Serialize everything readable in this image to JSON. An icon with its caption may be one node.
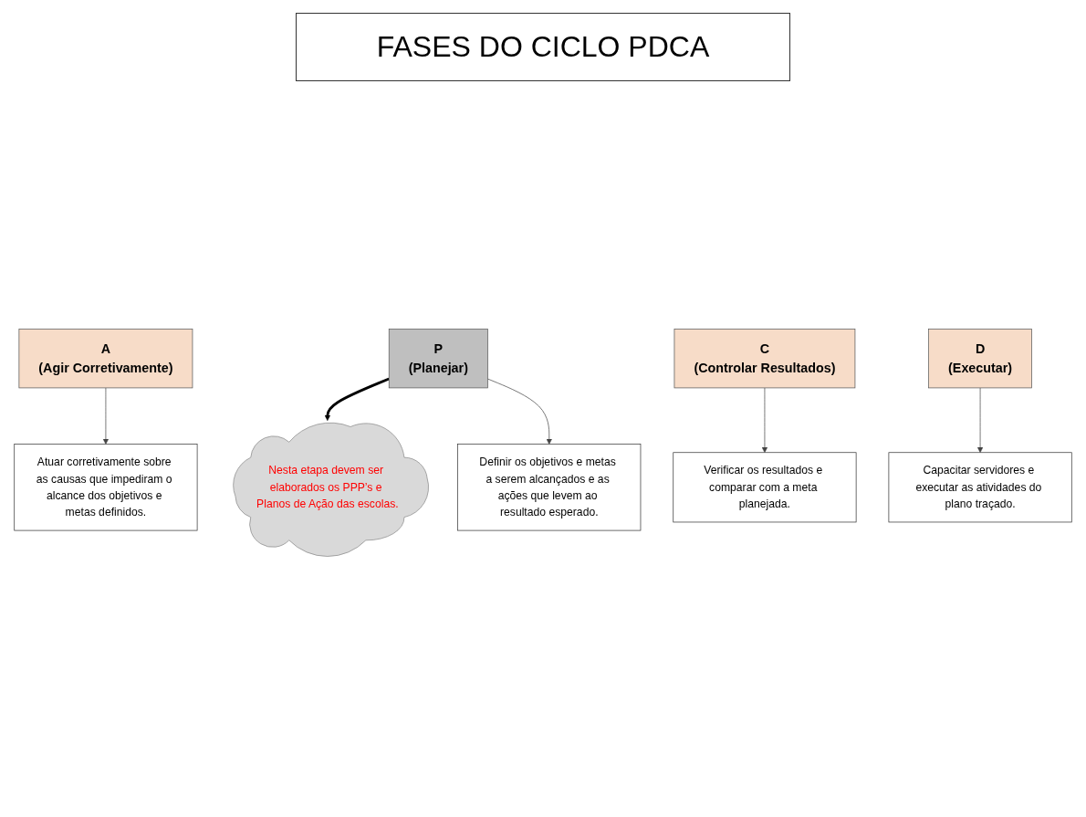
{
  "diagram": {
    "title": "FASES DO CICLO PDCA",
    "nodes": [
      {
        "text": [
          "Nesta etapa devem ser elaborados os PPP’s e Planos de Ação das escolas."
        ]
      },
      {
        "text": [
          "A",
          "(Agir Corretivamente)"
        ]
      },
      {
        "text": [
          "P",
          "(Planejar)"
        ]
      },
      {
        "text": [
          "Atuar corretivamente sobre as causas que impediram o alcance dos objetivos e metas definidos."
        ]
      },
      {
        "text": [
          "Definir os objetivos e metas a serem alcançados e as ações que levem ao resultado esperado."
        ]
      },
      {
        "text": [
          "C",
          "(Controlar Resultados)"
        ]
      },
      {
        "text": [
          "D",
          "(Executar)"
        ]
      },
      {
        "text": [
          "Verificar os resultados e comparar com a meta planejada."
        ]
      },
      {
        "text": [
          "Capacitar servidores e executar as atividades do plano traçado."
        ]
      }
    ],
    "edges": [
      {
        "from": 2,
        "to": 0,
        "arrow": "to",
        "style": "thick",
        "color": "#000000"
      },
      {
        "from": 1,
        "to": 3,
        "arrow": "to"
      },
      {
        "from": 2,
        "to": 4,
        "arrow": "to"
      },
      {
        "from": 5,
        "to": 7,
        "arrow": "to"
      },
      {
        "from": 6,
        "to": 8,
        "arrow": "to"
      }
    ]
  }
}
